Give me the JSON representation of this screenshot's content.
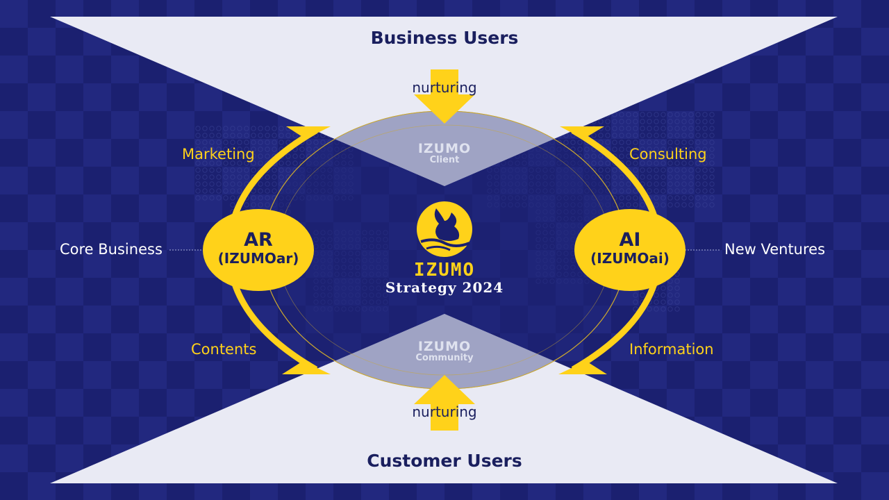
{
  "top_group": {
    "title": "Business Users",
    "flow_label": "nurturing"
  },
  "bottom_group": {
    "title": "Customer Users",
    "flow_label": "nurturing"
  },
  "client_badge": {
    "brand": "IZUMO",
    "sub": "Client"
  },
  "community_badge": {
    "brand": "IZUMO",
    "sub": "Community"
  },
  "center": {
    "brand": "IZUMO",
    "strategy": "Strategy 2024"
  },
  "left_node": {
    "title": "AR",
    "subtitle": "(IZUMOar)",
    "side_label": "Core Business"
  },
  "right_node": {
    "title": "AI",
    "subtitle": "(IZUMOai)",
    "side_label": "New Ventures"
  },
  "cycle_labels": {
    "top_left": "Marketing",
    "top_right": "Consulting",
    "bottom_left": "Contents",
    "bottom_right": "Information"
  },
  "colors": {
    "background": "#1a1f6e",
    "panel": "#e9eaf4",
    "accent_yellow": "#ffd21a",
    "navy_text": "#1a1f5e"
  },
  "icons": [
    "rabbit-emblem-icon"
  ]
}
